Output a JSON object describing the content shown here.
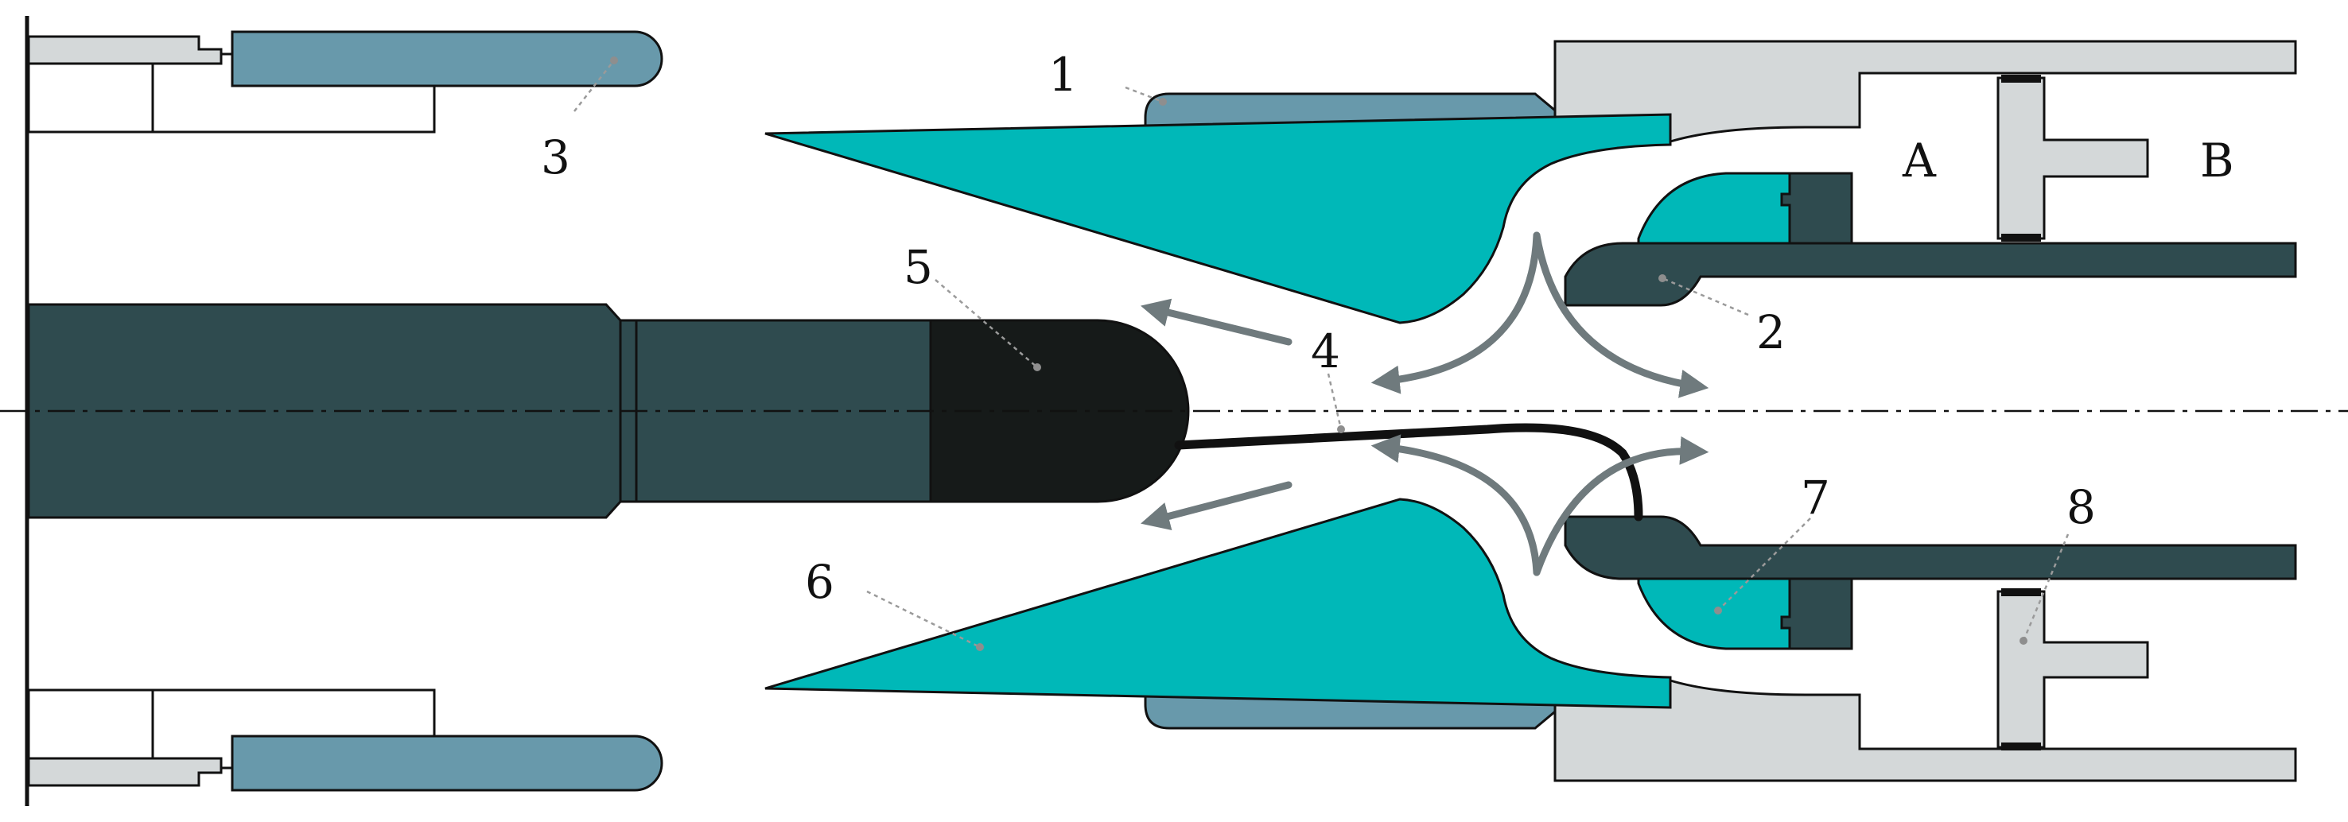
{
  "labels": {
    "n1": "1",
    "n2": "2",
    "n3": "3",
    "n4": "4",
    "n5": "5",
    "n6": "6",
    "n7": "7",
    "n8": "8",
    "a": "A",
    "b": "B"
  },
  "colors": {
    "teal": "#00b8b8",
    "blue_gray": "#6899ab",
    "dark_slate": "#2f4b4f",
    "black_tip": "#161a19",
    "light_gray": "#d4d8d9",
    "arrow_gray": "#6f7a7d",
    "outline": "#111111"
  }
}
